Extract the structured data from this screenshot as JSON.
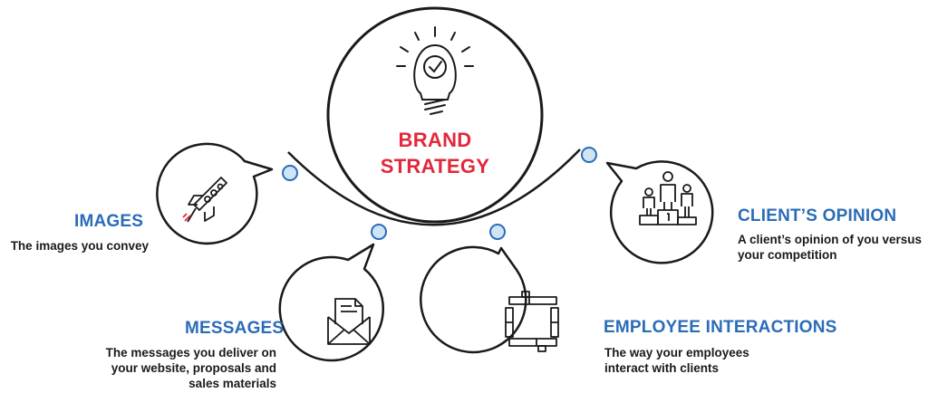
{
  "center": {
    "line1": "BRAND",
    "line2": "STRATEGY"
  },
  "colors": {
    "title_blue": "#2b6cb8",
    "center_red": "#e2283a",
    "node_fill": "#cfe4f5",
    "node_stroke": "#2b6cb8",
    "line": "#1a1a1a"
  },
  "nodes": [
    {
      "icon": "rocket-icon",
      "title": "IMAGES",
      "description": [
        "The images you convey"
      ]
    },
    {
      "icon": "envelope-icon",
      "title": "MESSAGES",
      "description": [
        "The messages you deliver on",
        "your website, proposals and",
        "sales materials"
      ]
    },
    {
      "icon": "handshake-chain-icon",
      "title": "EMPLOYEE INTERACTIONS",
      "description": [
        "The way your employees",
        "interact with clients"
      ]
    },
    {
      "icon": "podium-icon",
      "title": "CLIENT’S OPINION",
      "description": [
        "A client’s opinion of you versus",
        "your competition"
      ]
    }
  ]
}
